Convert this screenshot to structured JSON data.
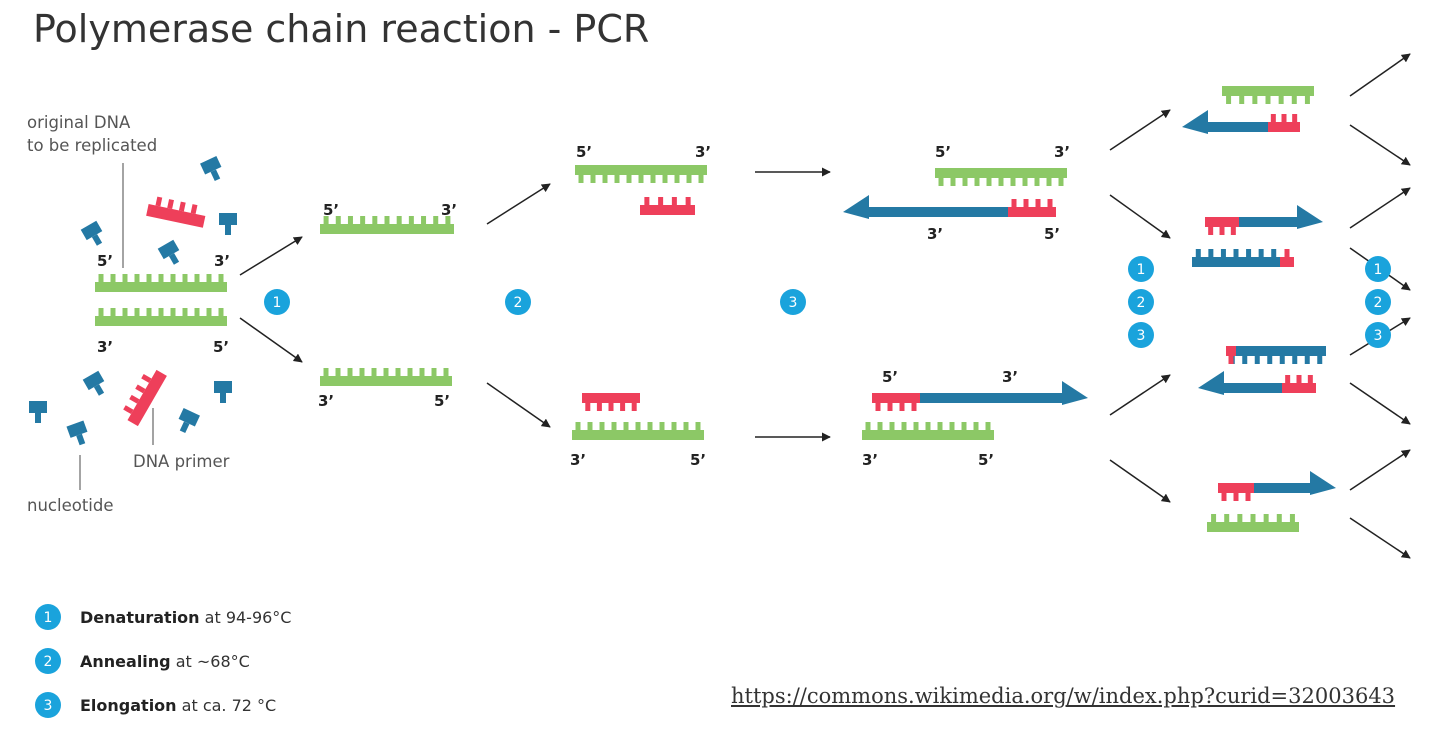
{
  "title": "Polymerase chain reaction - PCR",
  "labels": {
    "original_dna_line1": "original DNA",
    "original_dna_line2": "to be replicated",
    "primer": "DNA primer",
    "nucleotide": "nucleotide"
  },
  "ends": {
    "five": "5’",
    "three": "3’"
  },
  "steps": [
    "1",
    "2",
    "3"
  ],
  "legend": [
    {
      "num": "1",
      "bold": "Denaturation",
      "rest": " at 94-96°C"
    },
    {
      "num": "2",
      "bold": "Annealing",
      "rest": " at ~68°C"
    },
    {
      "num": "3",
      "bold": "Elongation",
      "rest": " at ca. 72 °C"
    }
  ],
  "source_link": "https://commons.wikimedia.org/w/index.php?curid=32003643",
  "colors": {
    "green": "#8cc866",
    "red": "#ee3f5a",
    "blue": "#2479a4",
    "step": "#1aa3dc"
  }
}
